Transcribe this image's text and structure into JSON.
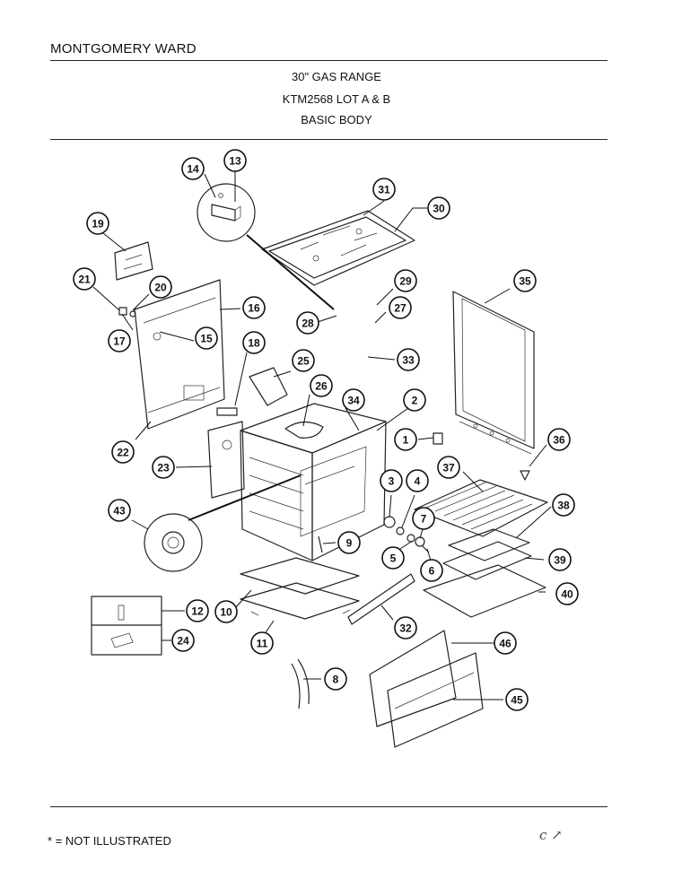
{
  "header": {
    "brand": "MONTGOMERY WARD",
    "title_line1": "30\" GAS RANGE",
    "title_line2": "KTM2568 LOT A & B",
    "title_line3": "BASIC BODY"
  },
  "footer": {
    "note": "* = NOT ILLUSTRATED"
  },
  "callouts": [
    "1",
    "2",
    "3",
    "4",
    "5",
    "6",
    "7",
    "8",
    "9",
    "10",
    "11",
    "12",
    "13",
    "14",
    "15",
    "16",
    "17",
    "18",
    "19",
    "20",
    "21",
    "22",
    "23",
    "24",
    "25",
    "26",
    "27",
    "28",
    "29",
    "30",
    "31",
    "32",
    "33",
    "34",
    "35",
    "36",
    "37",
    "38",
    "39",
    "40",
    "43",
    "45",
    "46"
  ]
}
